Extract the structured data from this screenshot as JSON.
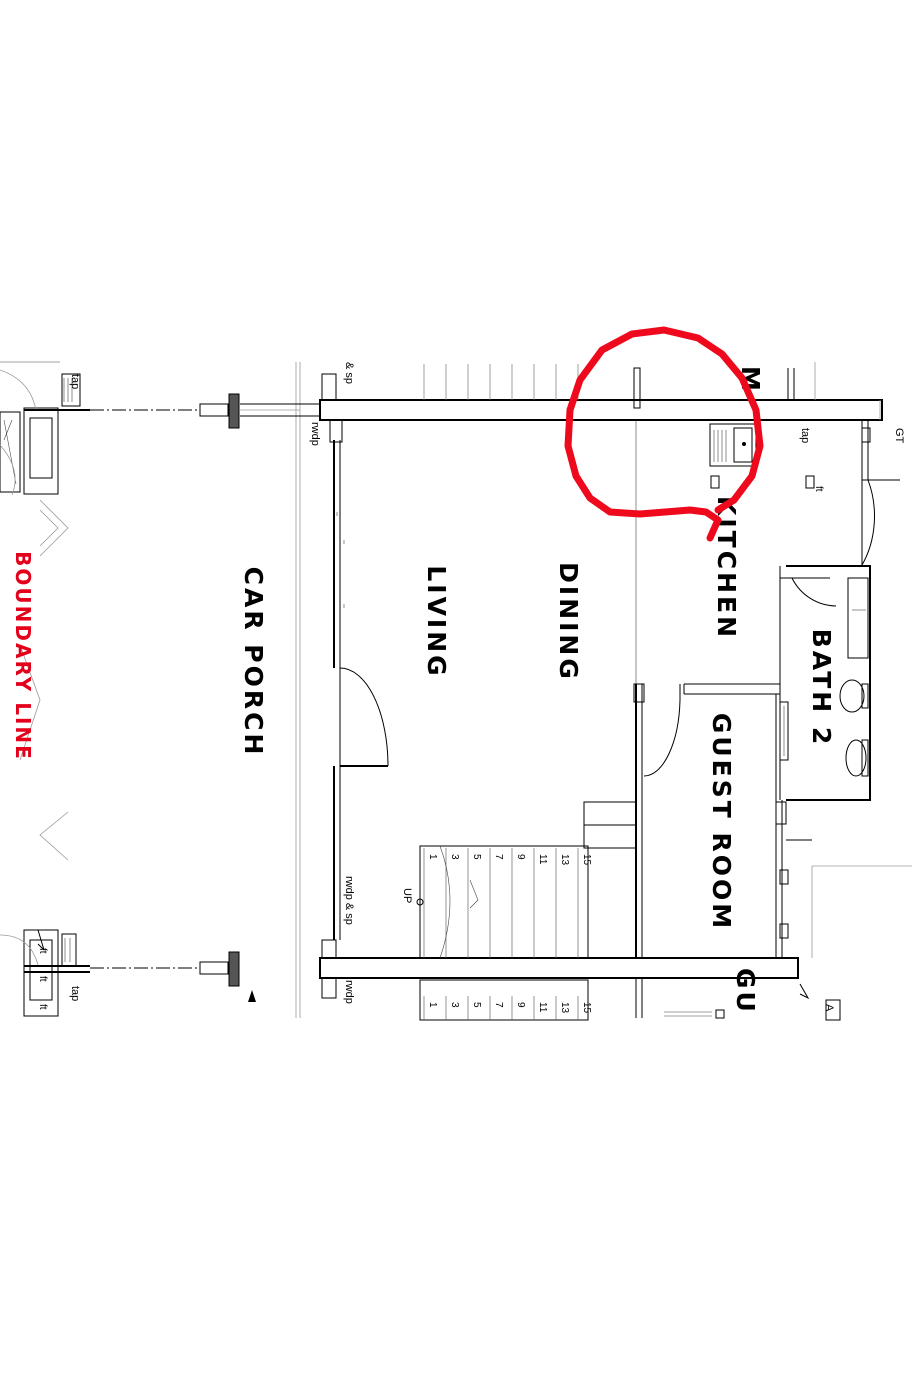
{
  "rooms": {
    "car_porch": "CAR PORCH",
    "living": "LIVING",
    "dining": "DINING",
    "kitchen": "KITCHEN",
    "bath2": "BATH 2",
    "guest_room": "GUEST ROOM",
    "guest_partial": "GU",
    "top_partial": "M"
  },
  "boundary_line": "BOUNDARY LINE",
  "annotations": {
    "tap_top": "tap",
    "tap_bottom": "tap",
    "tap_kitchen": "tap",
    "ft_left_top": "ft",
    "ft_left_top2": "ft",
    "ft_left_bottom": "ft",
    "ft_kitchen": "ft",
    "sp_top": "& sp",
    "rwdp_top": "rwdp",
    "rwdp_sp": "rwdp & sp",
    "rwdp_bottom": "rwdp",
    "gt": "GT",
    "up": "UP",
    "a_partial": "A"
  },
  "stair_numbers": [
    "1",
    "3",
    "5",
    "7",
    "9",
    "11",
    "13",
    "15"
  ],
  "stair_numbers_lower": [
    "1",
    "3",
    "5",
    "7",
    "9",
    "11",
    "13",
    "15"
  ],
  "colors": {
    "markup": "#ee0a1c",
    "boundary": "#e4001b",
    "line": "#000000"
  }
}
